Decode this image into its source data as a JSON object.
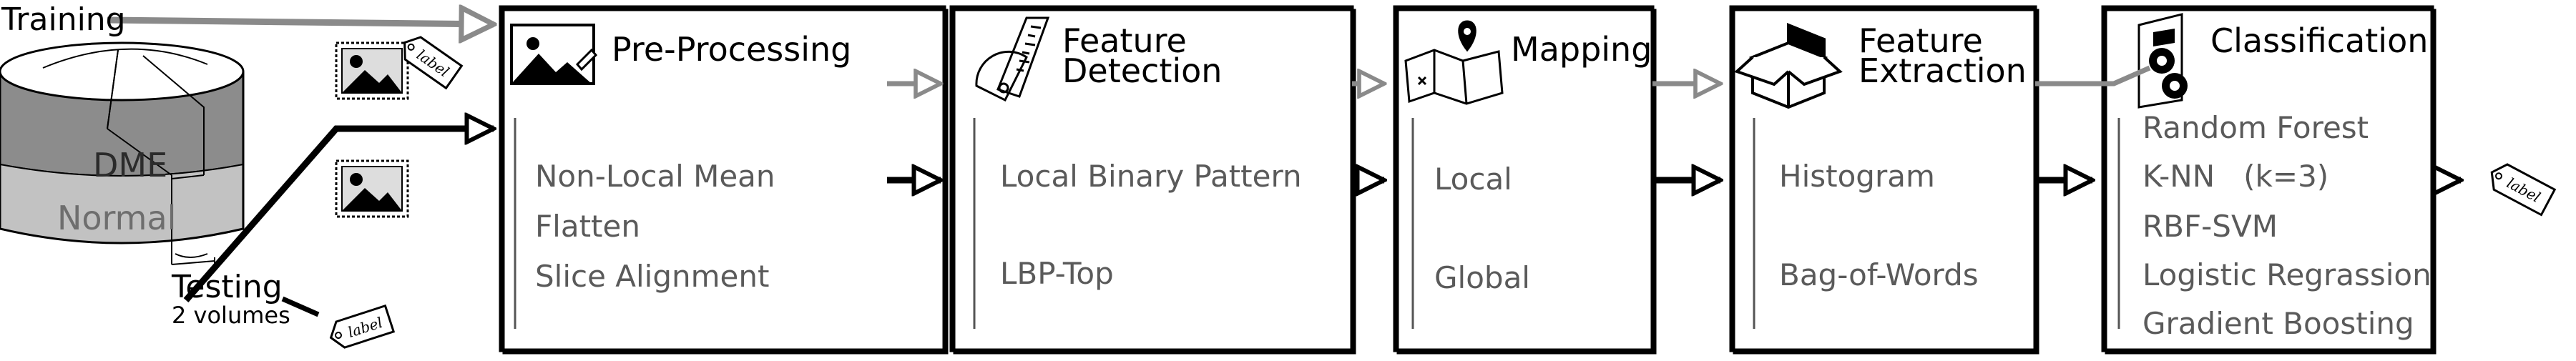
{
  "inputs": {
    "training_label": "Training",
    "testing_label": "Testing",
    "testing_sub": "2 volumes",
    "db_classes": [
      "DME",
      "Normal"
    ],
    "tag_text": "label"
  },
  "stages": [
    {
      "title_lines": [
        "Pre-Processing"
      ],
      "icon": "image-edit-icon",
      "steps": [
        "Non-Local Mean",
        "Flatten",
        "Slice Alignment"
      ]
    },
    {
      "title_lines": [
        "Feature",
        "Detection"
      ],
      "icon": "ruler-protractor-icon",
      "steps": [
        "Local Binary Pattern",
        "LBP-Top"
      ]
    },
    {
      "title_lines": [
        "Mapping"
      ],
      "icon": "map-pin-icon",
      "steps": [
        "Local",
        "Global"
      ]
    },
    {
      "title_lines": [
        "Feature",
        "Extraction"
      ],
      "icon": "open-box-icon",
      "steps": [
        "Histogram",
        "Bag-of-Words"
      ]
    },
    {
      "title_lines": [
        "Classification"
      ],
      "icon": "gear-document-icon",
      "steps": [
        "Random Forest",
        "K-NN   (k=3)",
        "RBF-SVM",
        "Logistic Regrassion",
        "Gradient Boosting"
      ]
    }
  ],
  "colors": {
    "training_path": "#8a8a8a",
    "testing_path": "#000000",
    "db_dme": "#8c8c8c",
    "db_normal": "#c2c2c2",
    "step_text": "#5a5a5a"
  }
}
